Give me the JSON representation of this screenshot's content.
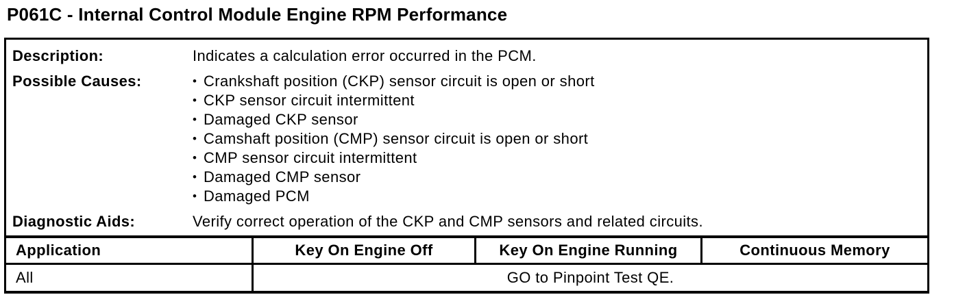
{
  "title": "P061C - Internal Control Module Engine RPM Performance",
  "info": {
    "bullet_glyph": "•",
    "description": {
      "label": "Description:",
      "text": "Indicates a calculation error occurred in the PCM."
    },
    "possible_causes": {
      "label": "Possible Causes:",
      "items": [
        "Crankshaft position (CKP) sensor circuit is open or short",
        "CKP sensor circuit intermittent",
        "Damaged CKP sensor",
        "Camshaft position (CMP) sensor circuit is open or short",
        "CMP sensor circuit intermittent",
        "Damaged CMP sensor",
        "Damaged PCM"
      ]
    },
    "diagnostic_aids": {
      "label": "Diagnostic Aids:",
      "text": "Verify correct operation of the CKP and CMP sensors and related circuits."
    }
  },
  "matrix": {
    "headers": [
      "Application",
      "Key On Engine Off",
      "Key On Engine Running",
      "Continuous Memory"
    ],
    "row": {
      "application": "All",
      "action": "GO to Pinpoint Test QE."
    }
  },
  "colors": {
    "text": "#000000",
    "border": "#000000",
    "background": "#ffffff"
  }
}
